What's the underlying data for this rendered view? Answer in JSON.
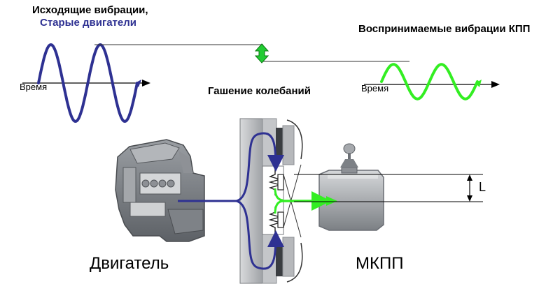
{
  "labels": {
    "input_title_line1": "Исходящие вибрации,",
    "input_title_line2": "Старые двигатели",
    "output_title": "Воспринимаемые вибрации КПП",
    "damping_title": "Гашение колебаний",
    "time_left": "Время",
    "time_right": "Время",
    "engine": "Двигатель",
    "gearbox": "МКПП",
    "dimension": "L"
  },
  "colors": {
    "input_wave": "#2e3192",
    "output_wave": "#33ee22",
    "arrow_indicator": "#22cc33",
    "subtitle": "#2e3192",
    "metal_dark": "#6b6f75",
    "metal_light": "#c7c9cc"
  },
  "waves": {
    "input": {
      "cycles": 2,
      "relative_amplitude": 1.0
    },
    "output": {
      "cycles": 2,
      "relative_amplitude": 0.45
    }
  }
}
